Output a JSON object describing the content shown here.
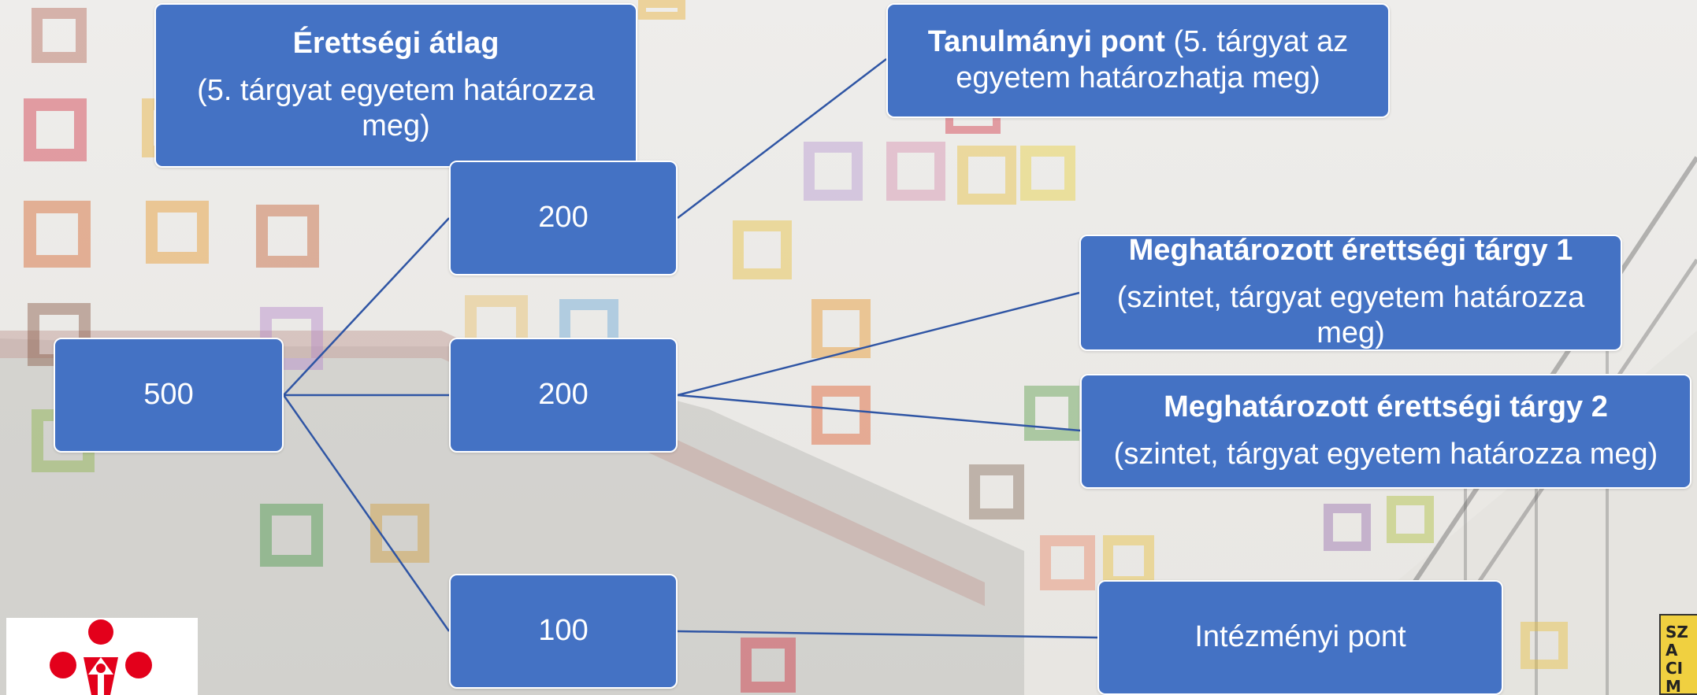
{
  "diagram": {
    "root": {
      "label": "500"
    },
    "level1": [
      {
        "label": "200"
      },
      {
        "label": "200"
      },
      {
        "label": "100"
      }
    ],
    "leaves": {
      "erettsegi_atlag": {
        "title": "Érettségi átlag",
        "note": "(5. tárgyat egyetem határozza meg)"
      },
      "tanulmanyi_pont": {
        "title": "Tanulmányi pont",
        "note": " (5. tárgyat az egyetem határozhatja meg)"
      },
      "targy1": {
        "title": "Meghatározott érettségi tárgy 1",
        "note": "(szintet, tárgyat egyetem határozza meg)"
      },
      "targy2": {
        "title": "Meghatározott érettségi tárgy 2",
        "note": "(szintet, tárgyat egyetem határozza meg)"
      },
      "intezmenyi_pont": {
        "title": "Intézményi pont"
      }
    }
  },
  "colors": {
    "box_fill": "#4472c4",
    "connector": "#2f55a4",
    "logo_red": "#e3001b"
  },
  "logos": {
    "right_partial_text": "SZA CIM"
  }
}
